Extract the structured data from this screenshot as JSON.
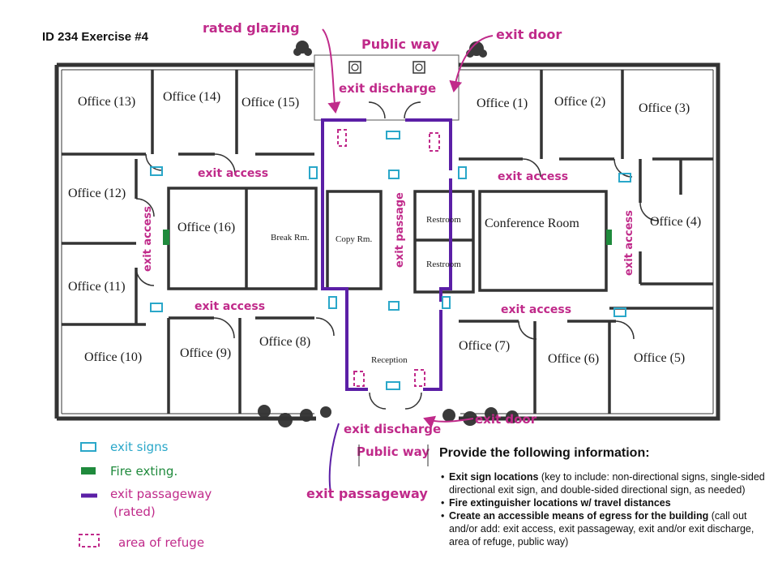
{
  "title": "ID 234 Exercise #4",
  "rooms": {
    "office_1": "Office (1)",
    "office_2": "Office (2)",
    "office_3": "Office (3)",
    "office_4": "Office (4)",
    "office_5": "Office (5)",
    "office_6": "Office (6)",
    "office_7": "Office (7)",
    "office_8": "Office (8)",
    "office_9": "Office (9)",
    "office_10": "Office (10)",
    "office_11": "Office (11)",
    "office_12": "Office (12)",
    "office_13": "Office (13)",
    "office_14": "Office (14)",
    "office_15": "Office (15)",
    "office_16": "Office (16)",
    "break_room": "Break Rm.",
    "copy_room": "Copy Rm.",
    "restroom_upper": "Restroom",
    "restroom_lower": "Restroom",
    "conference_room": "Conference Room",
    "reception": "Reception"
  },
  "annotations": {
    "rated_glazing": "rated glazing",
    "public_way_top": "Public way",
    "exit_door_top": "exit door",
    "exit_discharge_top": "exit discharge",
    "exit_access_top_left": "exit access",
    "exit_access_top_right": "exit access",
    "exit_access_bottom_left": "exit access",
    "exit_access_bottom_right": "exit access",
    "exit_access_left_vertical": "exit access",
    "exit_access_right_vertical": "exit access",
    "exit_passage_vertical": "exit passage",
    "exit_discharge_bottom": "exit discharge",
    "exit_door_bottom": "exit door",
    "public_way_bottom": "Public way",
    "exit_passageway_bottom": "exit passageway"
  },
  "legend": {
    "exit_signs": "exit signs",
    "fire_exting": "Fire exting.",
    "exit_passageway_line1": "exit passageway",
    "exit_passageway_line2": "(rated)",
    "area_of_refuge": "area of refuge"
  },
  "instructions": {
    "heading": "Provide the following information:",
    "item1_bold": "Exit sign locations",
    "item1_rest": " (key to include: non-directional signs, single-sided directional exit sign, and double-sided directional sign, as needed)",
    "item2_bold": "Fire extinguisher locations w/ travel distances",
    "item3_bold": "Create an accessible means of egress for the building",
    "item3_rest": " (call out and/or add: exit access, exit passageway, exit and/or exit discharge, area of refuge, public way)"
  },
  "colors": {
    "annotation_magenta": "#c02a8a",
    "exit_sign_cyan": "#2aa7c9",
    "fire_extinguisher_green": "#1f8a3c",
    "passageway_purple": "#5b1fa6",
    "wall_gray": "#333333"
  }
}
